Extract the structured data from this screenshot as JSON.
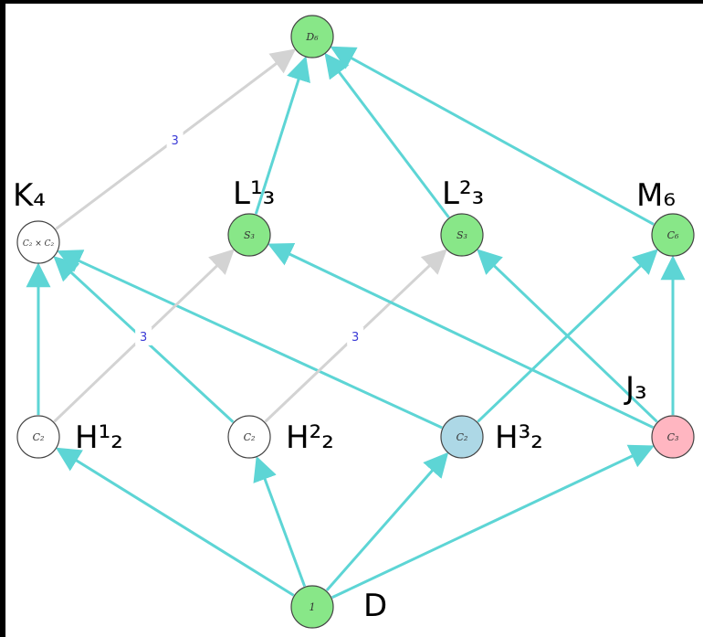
{
  "diagram": {
    "colors": {
      "edge_cyan": "#5dd5d5",
      "edge_gray": "#d3d3d3",
      "multiplicity_text": "#3a3ad6",
      "node_green": "#88e788",
      "node_white": "#ffffff",
      "node_blue": "#add8e6",
      "node_pink": "#ffb6c1",
      "node_stroke": "#444444"
    },
    "nodes": [
      {
        "id": "D6",
        "label": "D₆",
        "fill": "green",
        "hand": ""
      },
      {
        "id": "K4",
        "label": "C₂ × C₂",
        "fill": "white",
        "hand": "K₄"
      },
      {
        "id": "L31",
        "label": "S₃",
        "fill": "green",
        "hand": "L¹₃"
      },
      {
        "id": "L32",
        "label": "S₃",
        "fill": "green",
        "hand": "L²₃"
      },
      {
        "id": "M6",
        "label": "C₆",
        "fill": "green",
        "hand": "M₆"
      },
      {
        "id": "H21",
        "label": "C₂",
        "fill": "white",
        "hand": "H¹₂"
      },
      {
        "id": "H22",
        "label": "C₂",
        "fill": "white",
        "hand": "H²₂"
      },
      {
        "id": "H23",
        "label": "C₂",
        "fill": "blue",
        "hand": "H³₂"
      },
      {
        "id": "J3",
        "label": "C₃",
        "fill": "pink",
        "hand": "J₃"
      },
      {
        "id": "one",
        "label": "1",
        "fill": "green",
        "hand": "D"
      }
    ],
    "edges": [
      {
        "from": "K4",
        "to": "D6",
        "kind": "gray",
        "mult": "3"
      },
      {
        "from": "L31",
        "to": "D6",
        "kind": "cyan",
        "mult": ""
      },
      {
        "from": "L32",
        "to": "D6",
        "kind": "cyan",
        "mult": ""
      },
      {
        "from": "M6",
        "to": "D6",
        "kind": "cyan",
        "mult": ""
      },
      {
        "from": "H21",
        "to": "K4",
        "kind": "cyan",
        "mult": ""
      },
      {
        "from": "H22",
        "to": "K4",
        "kind": "cyan",
        "mult": ""
      },
      {
        "from": "H23",
        "to": "K4",
        "kind": "cyan",
        "mult": ""
      },
      {
        "from": "H21",
        "to": "L31",
        "kind": "gray",
        "mult": "3"
      },
      {
        "from": "H22",
        "to": "L32",
        "kind": "gray",
        "mult": "3"
      },
      {
        "from": "J3",
        "to": "L31",
        "kind": "cyan",
        "mult": ""
      },
      {
        "from": "J3",
        "to": "L32",
        "kind": "cyan",
        "mult": ""
      },
      {
        "from": "H23",
        "to": "M6",
        "kind": "cyan",
        "mult": ""
      },
      {
        "from": "J3",
        "to": "M6",
        "kind": "cyan",
        "mult": ""
      },
      {
        "from": "one",
        "to": "H21",
        "kind": "cyan",
        "mult": ""
      },
      {
        "from": "one",
        "to": "H22",
        "kind": "cyan",
        "mult": ""
      },
      {
        "from": "one",
        "to": "H23",
        "kind": "cyan",
        "mult": ""
      },
      {
        "from": "one",
        "to": "J3",
        "kind": "cyan",
        "mult": ""
      }
    ]
  }
}
